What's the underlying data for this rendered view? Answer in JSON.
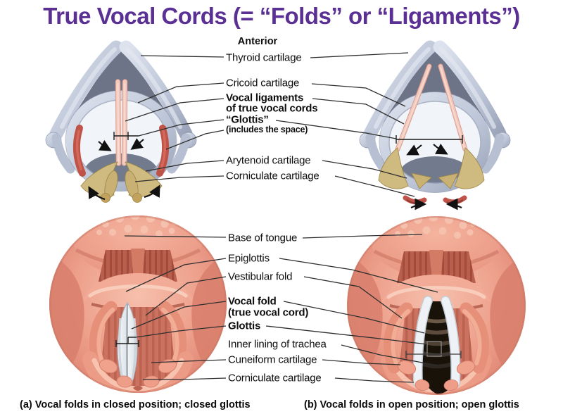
{
  "title": "True Vocal Cords (= “Folds” or “Ligaments”)",
  "anterior_label": "Anterior",
  "top_labels": [
    {
      "text": "Thyroid cartilage"
    },
    {
      "text": "Cricoid cartilage"
    },
    {
      "text": "Vocal ligaments"
    },
    {
      "text": "of true vocal cords"
    },
    {
      "text": "“Glottis”"
    },
    {
      "text": "(includes the space)"
    },
    {
      "text": "Arytenoid cartilage"
    },
    {
      "text": "Corniculate cartilage"
    }
  ],
  "bottom_labels": [
    {
      "text": "Base of tongue"
    },
    {
      "text": "Epiglottis"
    },
    {
      "text": "Vestibular fold"
    },
    {
      "text": "Vocal fold"
    },
    {
      "text": "(true vocal cord)"
    },
    {
      "text": "Glottis"
    },
    {
      "text": "Inner lining of trachea"
    },
    {
      "text": "Cuneiform cartilage"
    },
    {
      "text": "Corniculate cartilage"
    }
  ],
  "captions": {
    "a": "(a) Vocal folds in closed position; closed glottis",
    "b": "(b) Vocal folds in open position; open glottis"
  },
  "colors": {
    "title_purple": "#5b3094",
    "label_black": "#0e0e0e",
    "cartilage_light": "#c9d1e1",
    "cartilage_shadow": "#6e7487",
    "vocal_ligament_pink": "#f2c9be",
    "muscle_red": "#bf5347",
    "arytenoid_tan": "#cfba80",
    "flesh_pink": "#eda08c",
    "vocal_fold_white": "#eef1f5",
    "glottis_opening_dark": "#181209"
  }
}
